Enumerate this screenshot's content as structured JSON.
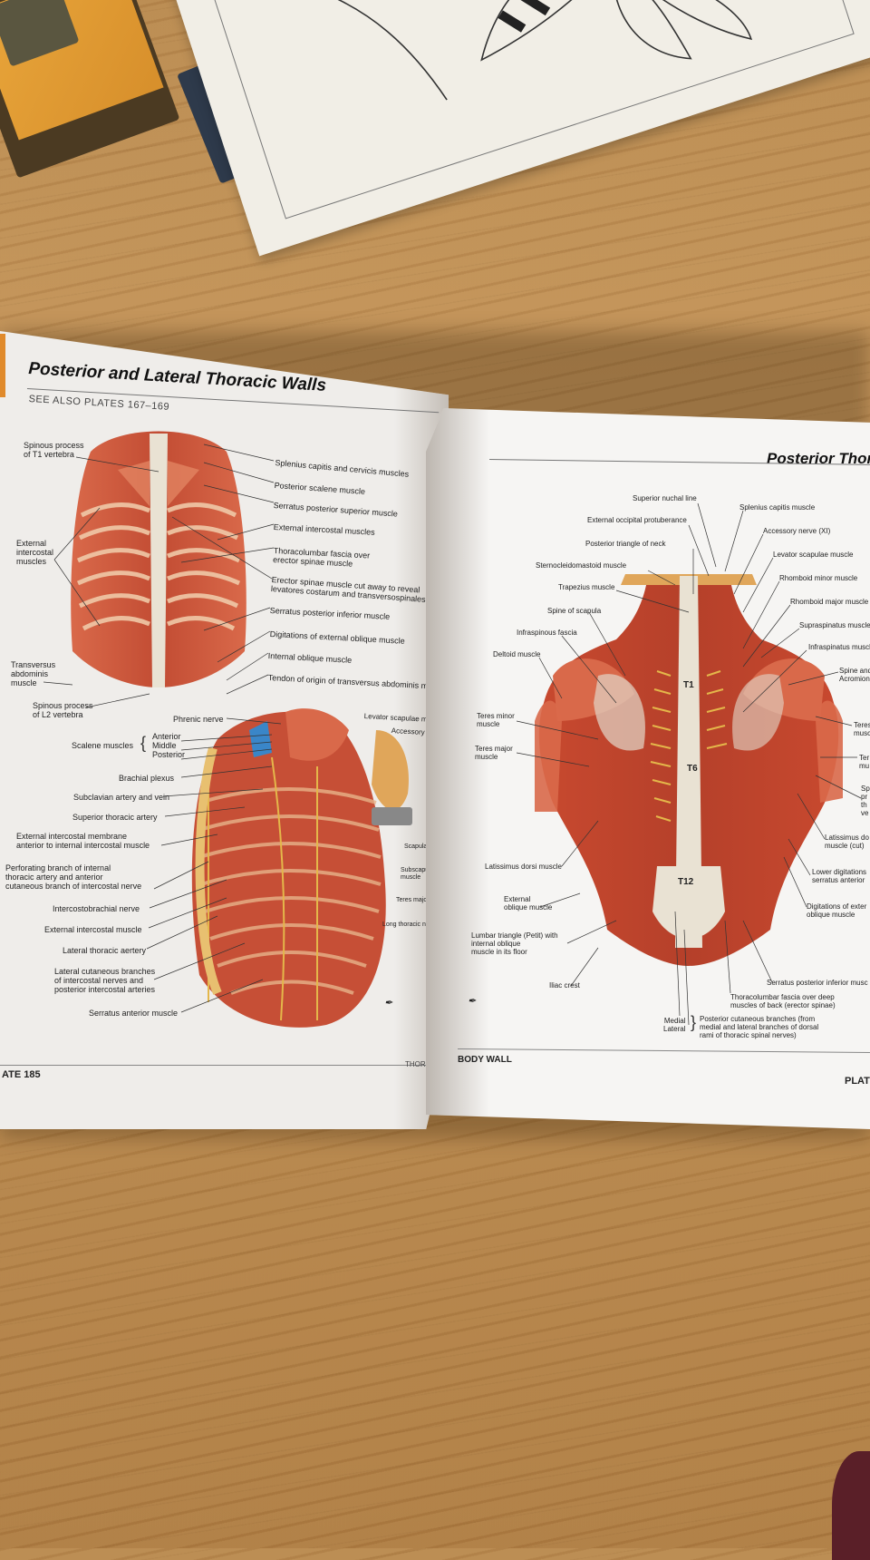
{
  "left_page": {
    "title": "Posterior and Lateral Thoracic Walls",
    "see_also": "SEE ALSO PLATES 167–169",
    "plate": "ATE 185",
    "section": "THOR",
    "labels": {
      "spinous_t1_a": "Spinous process",
      "spinous_t1_b": "of T1 vertebra",
      "ext_intercostal_a": "External",
      "ext_intercostal_b": "intercostal",
      "ext_intercostal_c": "muscles",
      "transversus_a": "Transversus",
      "transversus_b": "abdominis",
      "transversus_c": "muscle",
      "spinous_l2_a": "Spinous process",
      "spinous_l2_b": "of L2 vertebra",
      "splenius": "Splenius capitis and cervicis muscles",
      "post_scalene": "Posterior scalene muscle",
      "serratus_sup": "Serratus posterior superior muscle",
      "ext_intercostal_r": "External intercostal muscles",
      "thoracolumbar_a": "Thoracolumbar fascia over",
      "thoracolumbar_b": "erector spinae muscle",
      "erector_a": "Erector spinae muscle cut away to reveal",
      "erector_b": "levatores costarum and transversospinales muscles",
      "serratus_inf": "Serratus posterior inferior muscle",
      "digitations": "Digitations of external oblique muscle",
      "int_oblique": "Internal oblique muscle",
      "tendon": "Tendon of origin of transversus abdominis muscle",
      "phrenic": "Phrenic nerve",
      "levator": "Levator scapulae muscle",
      "accessory": "Accessory nerve (XI)",
      "scalene": "Scalene muscles",
      "anterior": "Anterior",
      "middle": "Middle",
      "posterior": "Posterior",
      "brachial": "Brachial plexus",
      "subclavian": "Subclavian artery and vein",
      "sup_thoracic": "Superior thoracic artery",
      "ext_membrane_a": "External intercostal membrane",
      "ext_membrane_b": "anterior to internal intercostal muscle",
      "perforating_a": "Perforating branch of internal",
      "perforating_b": "thoracic artery and anterior",
      "perforating_c": "cutaneous branch of intercostal nerve",
      "intercostobrachial": "Intercostobrachial nerve",
      "ext_intercostal_muscle": "External intercostal muscle",
      "lat_thoracic": "Lateral thoracic aertery",
      "lat_cutaneous_a": "Lateral cutaneous branches",
      "lat_cutaneous_b": "of intercostal nerves and",
      "lat_cutaneous_c": "posterior intercostal arteries",
      "serratus_ant": "Serratus anterior muscle",
      "scapula": "Scapula (cut)",
      "subscapular_a": "Subscapular",
      "subscapular_b": "muscle",
      "teres_major": "Teres major muscle",
      "long_thoracic": "Long thoracic nerve"
    }
  },
  "right_page": {
    "title": "Posterior Thorac",
    "section": "BODY WALL",
    "plate": "PLAT",
    "labels": {
      "sup_nuchal": "Superior nuchal line",
      "splenius_cap": "Splenius capitis muscle",
      "ext_occipital": "External occipital protuberance",
      "accessory": "Accessory nerve (XI)",
      "post_triangle": "Posterior triangle of neck",
      "levator": "Levator scapulae muscle",
      "sternocleido": "Sternocleidomastoid muscle",
      "rhomboid_minor": "Rhomboid minor muscle",
      "trapezius": "Trapezius muscle",
      "rhomboid_major": "Rhomboid major muscle",
      "spine_scapula": "Spine of scapula",
      "supraspinatus": "Supraspinatus muscle",
      "infraspinous_fascia": "Infraspinous fascia",
      "infraspinatus": "Infraspinatus muscle",
      "deltoid": "Deltoid muscle",
      "spine_acromion_a": "Spine and",
      "spine_acromion_b": "Acromion",
      "teres_minor_a": "Teres minor",
      "teres_minor_b": "muscle",
      "teres_major_a": "Teres major",
      "teres_major_b": "muscle",
      "teres_r1_a": "Teres",
      "teres_r1_b": "musc",
      "teres_r2_a": "Ter",
      "teres_r2_b": "mu",
      "sp_a": "Sp",
      "sp_b": "pr",
      "sp_c": "th",
      "sp_d": "ve",
      "latissimus_cut_a": "Latissimus do",
      "latissimus_cut_b": "muscle (cut)",
      "latissimus": "Latissimus dorsi muscle",
      "lower_dig_a": "Lower digitations",
      "lower_dig_b": "serratus anterior",
      "ext_oblique_a": "External",
      "ext_oblique_b": "oblique muscle",
      "dig_ext_a": "Digitations of exter",
      "dig_ext_b": "oblique muscle",
      "lumbar_a": "Lumbar triangle (Petit) with",
      "lumbar_b": "internal oblique",
      "lumbar_c": "muscle in its floor",
      "serratus_inf": "Serratus posterior inferior musc",
      "iliac": "Iliac crest",
      "thoracolumbar_a": "Thoracolumbar fascia over deep",
      "thoracolumbar_b": "muscles of back (erector spinae)",
      "medial": "Medial",
      "lateral": "Lateral",
      "post_cut_a": "Posterior cutaneous branches (from",
      "post_cut_b": "medial and lateral branches of dorsal",
      "post_cut_c": "rami of thoracic spinal nerves)",
      "t1": "T1",
      "t6": "T6",
      "t12": "T12"
    }
  },
  "colors": {
    "page": "#efedea",
    "muscle": "#c94f34",
    "muscle_light": "#e58a66",
    "fascia": "#e9e2d3",
    "wood": "#b8894f",
    "accent_tab": "#e08a2b"
  }
}
